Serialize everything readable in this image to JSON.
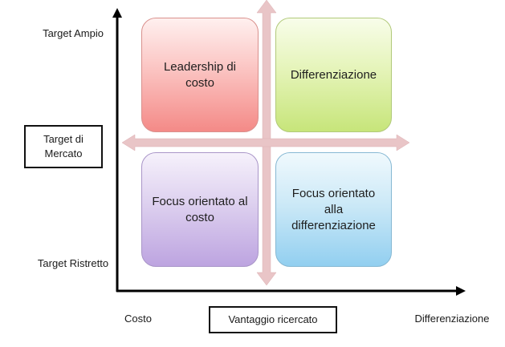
{
  "quadrants": {
    "top_left": "Leadership di costo",
    "top_right": "Differenziazione",
    "bottom_left": "Focus orientato al costo",
    "bottom_right": "Focus orientato alla differenziazione"
  },
  "y_axis": {
    "title": "Target di Mercato",
    "top_label": "Target Ampio",
    "bottom_label": "Target Ristretto"
  },
  "x_axis": {
    "title": "Vantaggio ricercato",
    "left_label": "Costo",
    "right_label": "Differenziazione"
  },
  "colors": {
    "top_left": "#f48a87",
    "top_right": "#c7e57a",
    "bottom_left": "#bda4e0",
    "bottom_right": "#92cff0",
    "cross_arrows": "#e9c5c7",
    "axes": "#000000"
  }
}
